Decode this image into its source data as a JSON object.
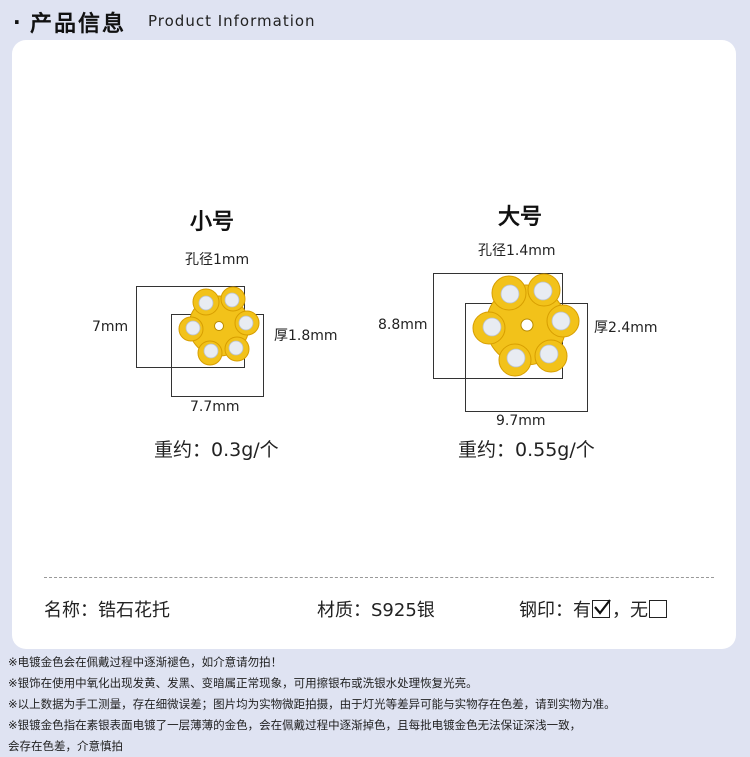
{
  "header": {
    "dot": "·",
    "title_cn": "产品信息",
    "title_en": "Product Information"
  },
  "small": {
    "title": "小号",
    "hole": "孔径1mm",
    "height": "7mm",
    "thickness": "厚1.8mm",
    "width": "7.7mm",
    "weight": "重约：0.3g/个"
  },
  "large": {
    "title": "大号",
    "hole": "孔径1.4mm",
    "height": "8.8mm",
    "thickness": "厚2.4mm",
    "width": "9.7mm",
    "weight": "重约：0.55g/个"
  },
  "specs": {
    "name": "名称：锆石花托",
    "material": "材质：S925银",
    "stamp_label": "钢印：",
    "stamp_yes": "有",
    "stamp_sep": "，",
    "stamp_no": "无",
    "stamp_checked": "yes"
  },
  "notes": [
    "※电镀金色会在佩戴过程中逐渐褪色，如介意请勿拍！",
    "※银饰在使用中氧化出现发黄、发黑、变暗属正常现象，可用擦银布或洗银水处理恢复光亮。",
    "※以上数据为手工测量，存在细微误差；图片均为实物微距拍摄，由于灯光等差异可能与实物存在色差，请到实物为准。",
    "※银镀金色指在素银表面电镀了一层薄薄的金色，会在佩戴过程中逐渐掉色，且每批电镀金色无法保证深浅一致，",
    "会存在色差，介意慎拍"
  ],
  "colors": {
    "background": "#dfe3f2",
    "card": "#ffffff",
    "gold": "#f2c21a",
    "gem": "#e8ecf2"
  }
}
